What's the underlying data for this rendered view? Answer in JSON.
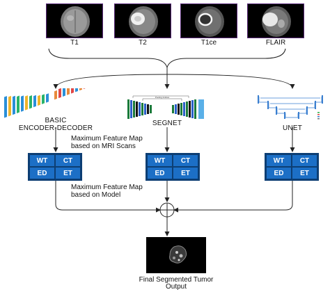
{
  "scans": [
    {
      "label": "T1",
      "icon": "mri-t1-image"
    },
    {
      "label": "T2",
      "icon": "mri-t2-image"
    },
    {
      "label": "T1ce",
      "icon": "mri-t1ce-image"
    },
    {
      "label": "FLAIR",
      "icon": "mri-flair-image"
    }
  ],
  "models": {
    "encoder_decoder": {
      "line1": "BASIC",
      "line2": "ENCODER-DECODER"
    },
    "segnet": {
      "label": "SEGNET",
      "inner_caption": "Pooling Indices"
    },
    "unet": {
      "label": "UNET"
    }
  },
  "feature_map_scans": {
    "line1": "Maximum Feature Map",
    "line2": "based on MRI Scans"
  },
  "feature_map_model": {
    "line1": "Maximum Feature Map",
    "line2": "based on Model"
  },
  "grid_labels": {
    "wt": "WT",
    "ct": "CT",
    "ed": "ED",
    "et": "ET"
  },
  "output": {
    "line1": "Final Segmented Tumor",
    "line2": "Output"
  },
  "colors": {
    "grid_fill": "#1c6fc6",
    "grid_border": "#0d3e73",
    "scan_border": "#5a2a7a"
  }
}
